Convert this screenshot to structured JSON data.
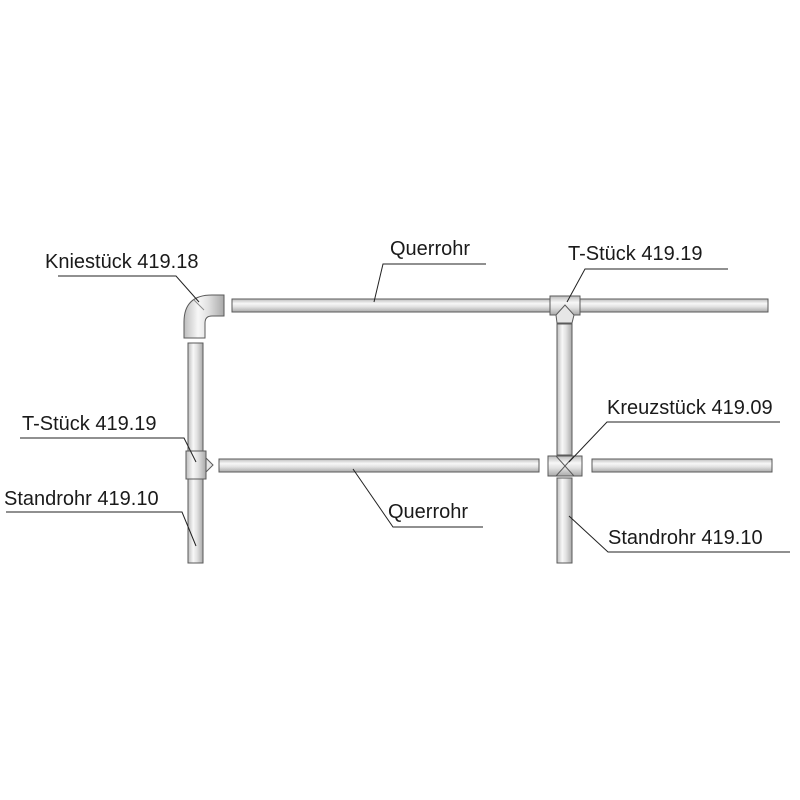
{
  "labels": {
    "knee_top_left": "Kniestück 419.18",
    "crossbar_top": "Querrohr",
    "tee_top_right": "T-Stück 419.19",
    "tee_left": "T-Stück 419.19",
    "standpipe_left": "Standrohr 419.10",
    "cross_fitting": "Kreuzstück 419.09",
    "crossbar_bottom": "Querrohr",
    "standpipe_right": "Standrohr 419.10"
  },
  "colors": {
    "pipe_fill": "#dcdcdc",
    "pipe_highlight": "#f4f4f4",
    "pipe_outline": "#5a5a5a",
    "leader": "#222222"
  }
}
